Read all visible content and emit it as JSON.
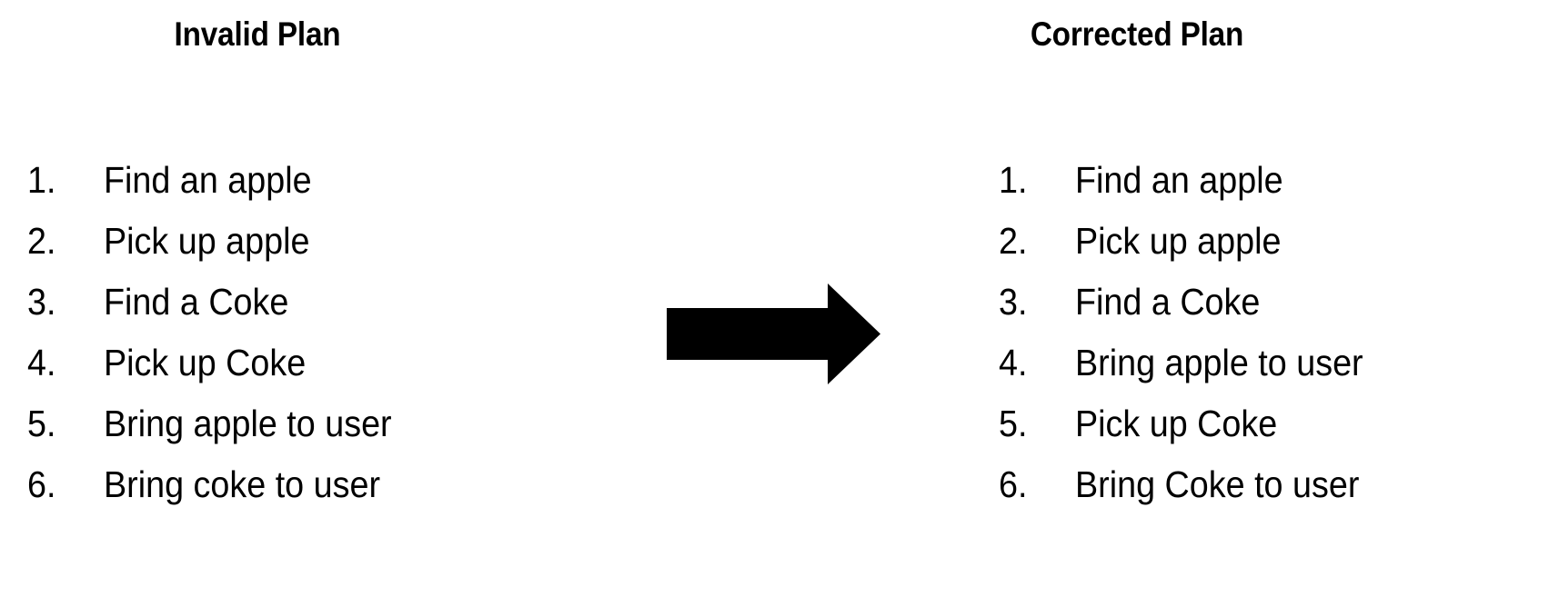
{
  "figure": {
    "background_color": "#ffffff",
    "text_color": "#000000"
  },
  "left_panel": {
    "title": "Invalid Plan",
    "items": [
      {
        "number": "1.",
        "text": "Find an apple"
      },
      {
        "number": "2.",
        "text": "Pick up apple"
      },
      {
        "number": "3.",
        "text": "Find a Coke"
      },
      {
        "number": "4.",
        "text": "Pick up Coke"
      },
      {
        "number": "5.",
        "text": "Bring apple to user"
      },
      {
        "number": "6.",
        "text": "Bring coke to user"
      }
    ]
  },
  "right_panel": {
    "title": "Corrected Plan",
    "items": [
      {
        "number": "1.",
        "text": "Find an apple"
      },
      {
        "number": "2.",
        "text": "Pick up apple"
      },
      {
        "number": "3.",
        "text": "Find a Coke"
      },
      {
        "number": "4.",
        "text": "Bring apple to user"
      },
      {
        "number": "5.",
        "text": "Pick up Coke"
      },
      {
        "number": "6.",
        "text": "Bring Coke to user"
      }
    ]
  },
  "arrow": {
    "icon": "right-arrow-icon",
    "direction": "right",
    "color": "#000000"
  }
}
